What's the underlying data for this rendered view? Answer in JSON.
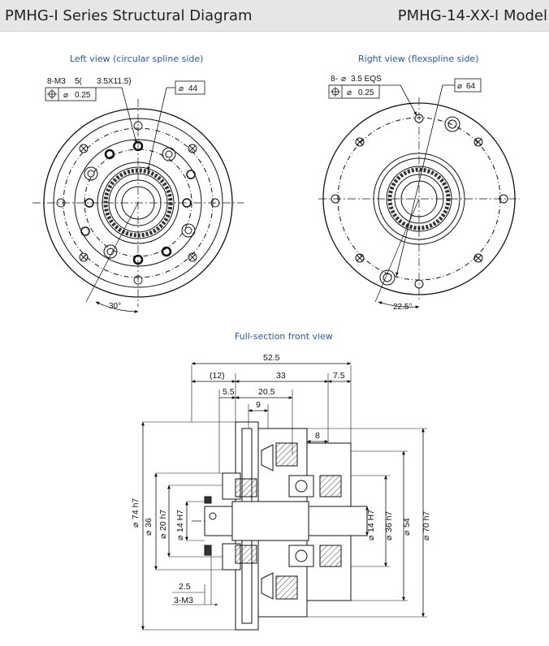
{
  "header": {
    "title": "PMHG-I Series Structural Diagram",
    "model": "PMHG-14-XX-I Model"
  },
  "left_view": {
    "caption": "Left view (circular spline side)",
    "hole_callout": "8-M3",
    "hole_callout_depth": "5(",
    "hole_callout_cbore": "3.5X11.5)",
    "position_tolerance": "0.25",
    "pilot_diameter": "44",
    "angle": "30°"
  },
  "right_view": {
    "caption": "Right view (flexspline side)",
    "hole_callout": "8-",
    "hole_callout_size": "3.5 EQS",
    "position_tolerance": "0.25",
    "pilot_diameter": "64",
    "angle": "22.5°"
  },
  "section_view": {
    "caption": "Full-section front view",
    "dims": {
      "overall_length": "52.5",
      "ref_length": "(12)",
      "body_length": "33",
      "right_flange": "7.5",
      "left_step": "5.5",
      "mid_length": "20.5",
      "groove": "9",
      "shoulder": "8",
      "screw_depth": "2.5",
      "screw_callout": "3-M3",
      "d_outer_left": "74 h7",
      "d_36_left": "36",
      "d_20": "20 h7",
      "d_14_left": "14 H7",
      "d_14_right": "14 H7",
      "d_36_right": "36 h7",
      "d_54": "54",
      "d_70": "70 h7"
    }
  }
}
